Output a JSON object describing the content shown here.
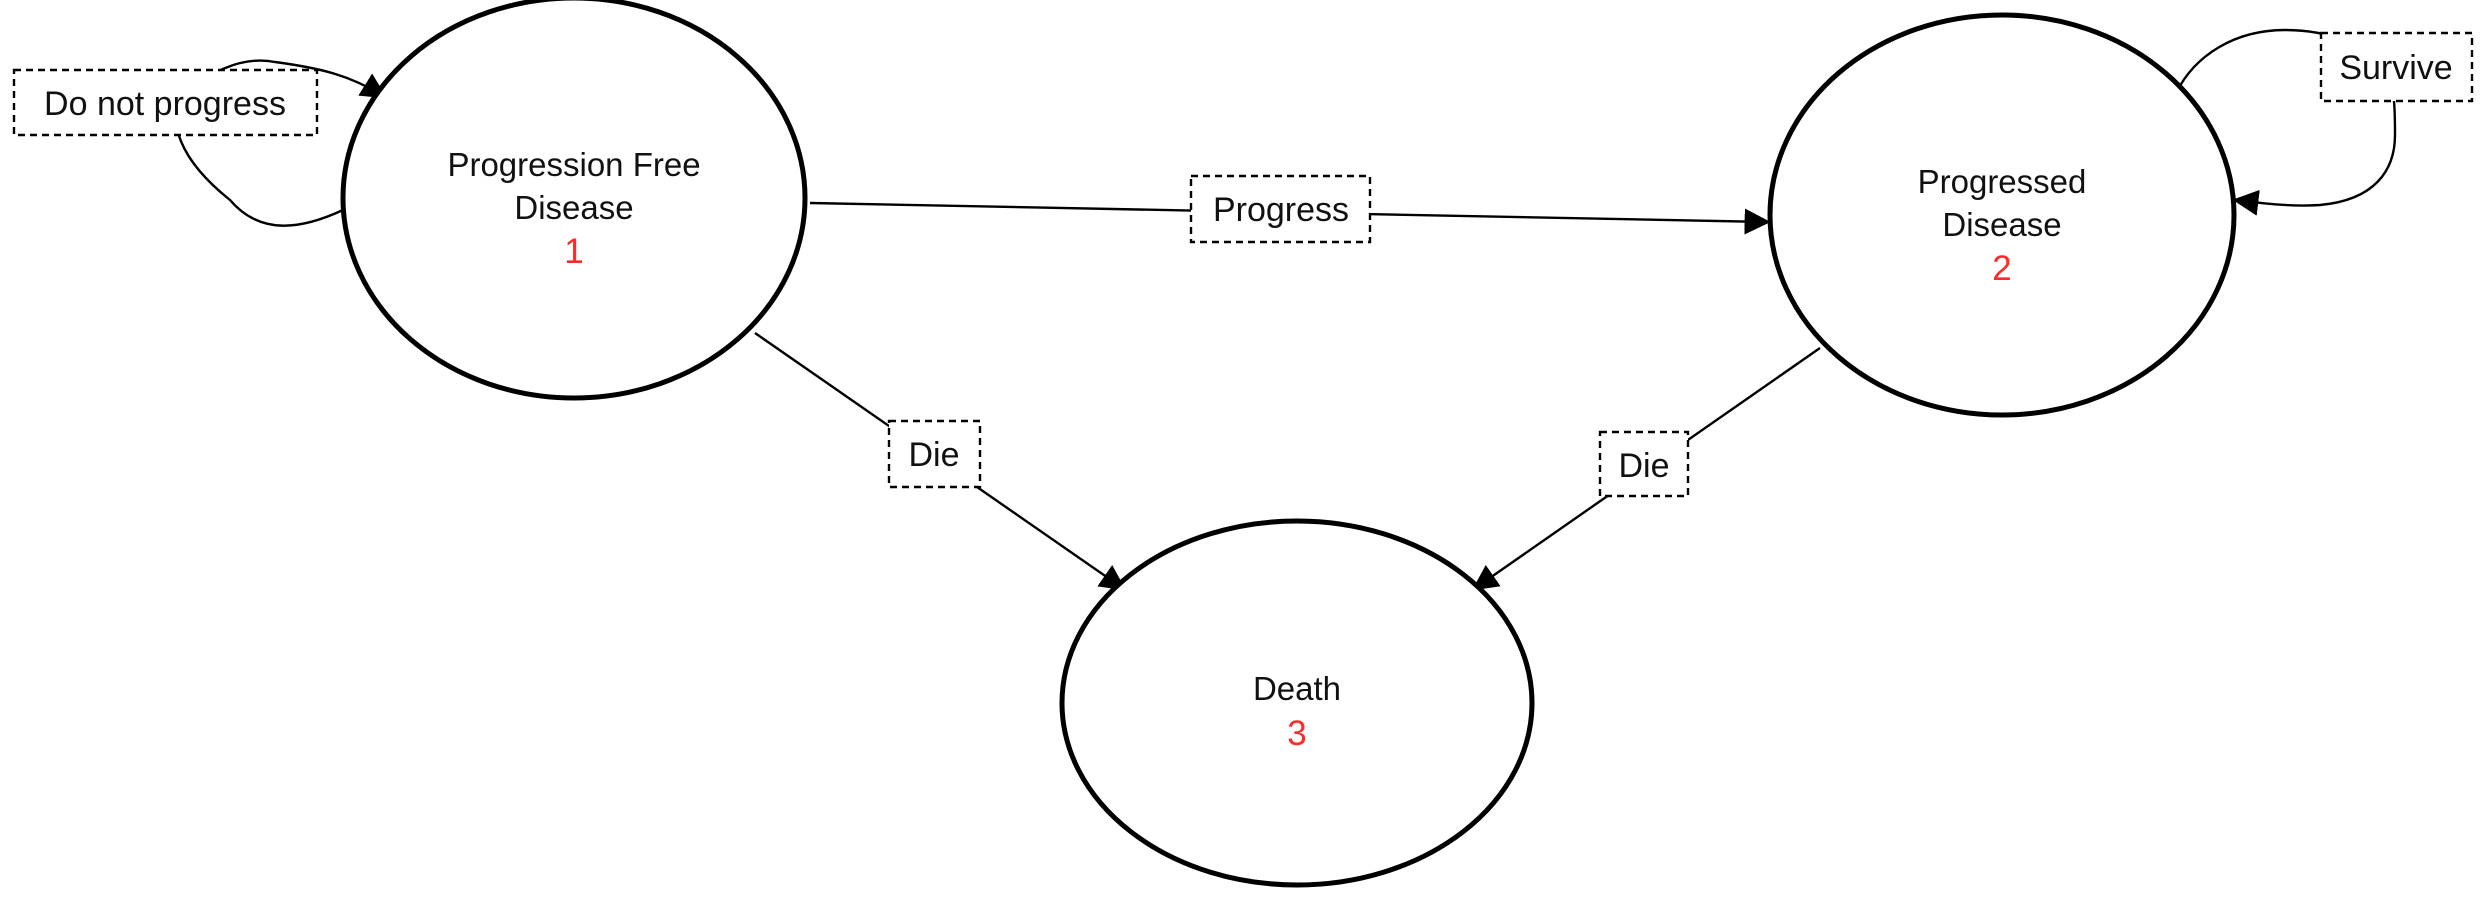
{
  "states": {
    "pfd": {
      "line1": "Progression Free",
      "line2": "Disease",
      "number": "1"
    },
    "pd": {
      "line1": "Progressed",
      "line2": "Disease",
      "number": "2"
    },
    "death": {
      "line1": "Death",
      "number": "3"
    }
  },
  "transitions": {
    "stay_pfd": "Do not progress",
    "progress": "Progress",
    "survive": "Survive",
    "die_pfd": "Die",
    "die_pd": "Die"
  },
  "colors": {
    "state_number": "#ff2a2a",
    "lines": "#000000"
  }
}
